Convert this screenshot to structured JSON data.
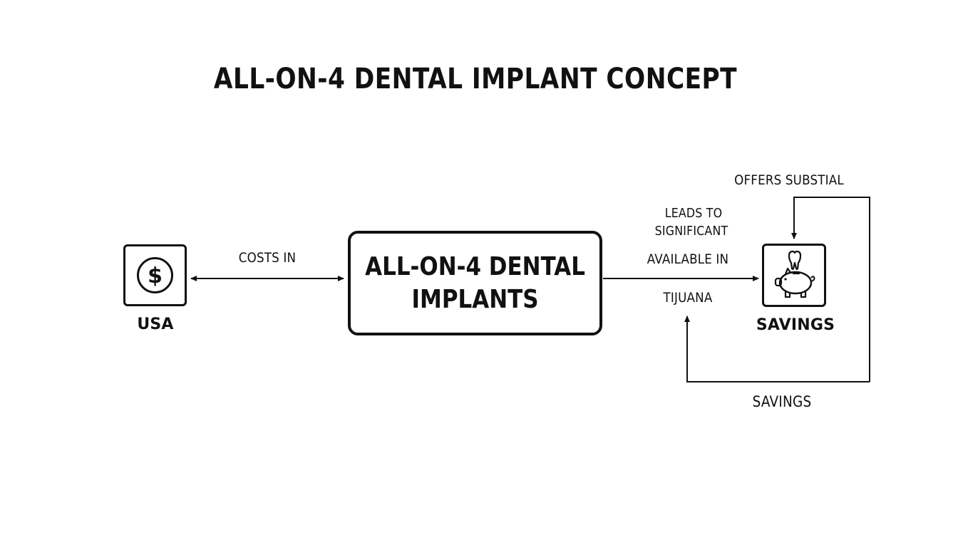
{
  "title": "ALL-ON-4 DENTAL IMPLANT CONCEPT",
  "nodes": {
    "usa": {
      "label": "USA",
      "icon": "dollar-icon"
    },
    "center": {
      "line1": "ALL-ON-4 DENTAL",
      "line2": "IMPLANTS"
    },
    "savings": {
      "label": "SAVINGS",
      "icon": "piggy-bank-tooth-icon"
    }
  },
  "edges": {
    "costs_in": "COSTS IN",
    "leads_to_line1": "LEADS TO",
    "leads_to_line2": "SIGNIFICANT",
    "available_in": "AVAILABLE IN",
    "tijuana": "TIJUANA",
    "offers": "OFFERS SUBSTIAL",
    "savings_loop": "SAVINGS"
  }
}
